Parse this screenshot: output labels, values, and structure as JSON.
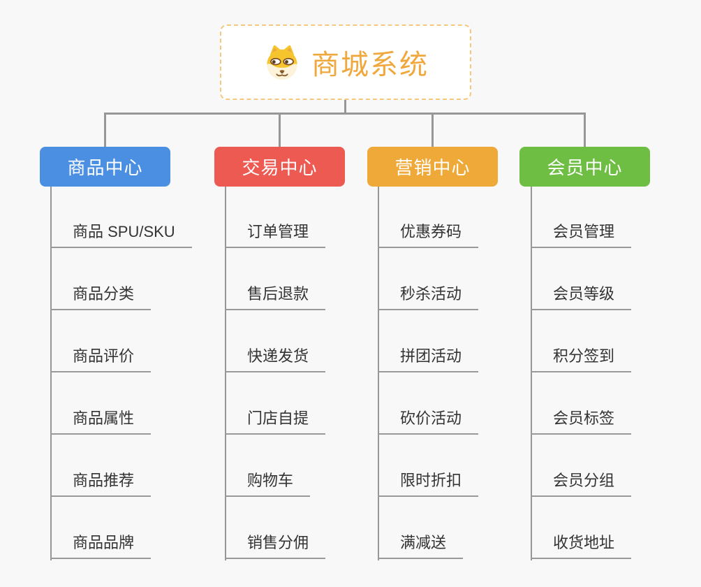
{
  "page": {
    "background": "#F8F8F8",
    "connector_color": "#979797",
    "underline_color": "#999999",
    "leaf_text_color": "#333333"
  },
  "root": {
    "label": "商城系统",
    "icon": "dog-face-icon",
    "text_color": "#F0A73C",
    "border_color": "#F5C87E",
    "background": "#FFFFFF"
  },
  "branches": [
    {
      "label": "商品中心",
      "color": "#4B8FE2",
      "items": [
        "商品 SPU/SKU",
        "商品分类",
        "商品评价",
        "商品属性",
        "商品推荐",
        "商品品牌"
      ]
    },
    {
      "label": "交易中心",
      "color": "#ED5A52",
      "items": [
        "订单管理",
        "售后退款",
        "快递发货",
        "门店自提",
        "购物车",
        "销售分佣"
      ]
    },
    {
      "label": "营销中心",
      "color": "#EFA939",
      "items": [
        "优惠券码",
        "秒杀活动",
        "拼团活动",
        "砍价活动",
        "限时折扣",
        "满减送"
      ]
    },
    {
      "label": "会员中心",
      "color": "#6EBE44",
      "items": [
        "会员管理",
        "会员等级",
        "积分签到",
        "会员标签",
        "会员分组",
        "收货地址"
      ]
    }
  ]
}
